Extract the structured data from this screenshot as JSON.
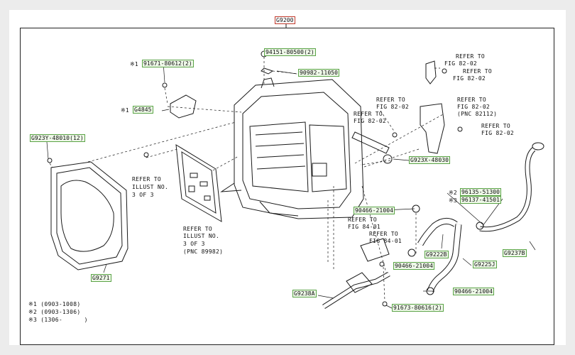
{
  "header": {
    "assembly": "G9200"
  },
  "parts": {
    "p94151": "94151-80500(2)",
    "p90982": "90982-11050",
    "p91671": "91671-80612(2)",
    "pG4845": "G4845",
    "p9923X48010": "G923Y-48010(12)",
    "pG9271": "G9271",
    "p9923X48030": "G923X-48030",
    "p96135": "96135-51300",
    "p96137": "96137-41501",
    "p90466a": "90466-21004",
    "p90466b": "90466-21004",
    "p90466c": "90466-21004",
    "pG9222": "G9222B",
    "pG9225": "G9225J",
    "pG9237": "G9237B",
    "pG9238": "G9238A",
    "p91673": "91673-80616(2)"
  },
  "markers": {
    "m91671": "※1",
    "mG4845": "※1",
    "m96135": "※2",
    "m96137": "※3"
  },
  "refs": {
    "r1a": "REFER TO",
    "r1b": "FIG 82-02",
    "r2a": "REFER TO",
    "r2b": "FIG 82-02",
    "r3a": "REFER TO",
    "r3b": "FIG 82-02",
    "r4a": "REFER TO",
    "r4b": "FIG 82-02",
    "r5a": "REFER TO",
    "r5b": "FIG 82-02",
    "r5c": "(PNC 82112)",
    "r6a": "REFER TO",
    "r6b": "FIG 82-02",
    "r7a": "REFER TO",
    "r7b": "ILLUST NO.",
    "r7c": "3 OF 3",
    "r8a": "REFER TO",
    "r8b": "ILLUST NO.",
    "r8c": "3 OF 3",
    "r8d": "(PNC 89982)",
    "r9a": "REFER TO",
    "r9b": "FIG 84-01",
    "r10a": "REFER TO",
    "r10b": "FIG 84-01"
  },
  "footnotes": [
    "※1 (0903-1008)",
    "※2 (0903-1306)",
    "※3 (1306-      )"
  ]
}
